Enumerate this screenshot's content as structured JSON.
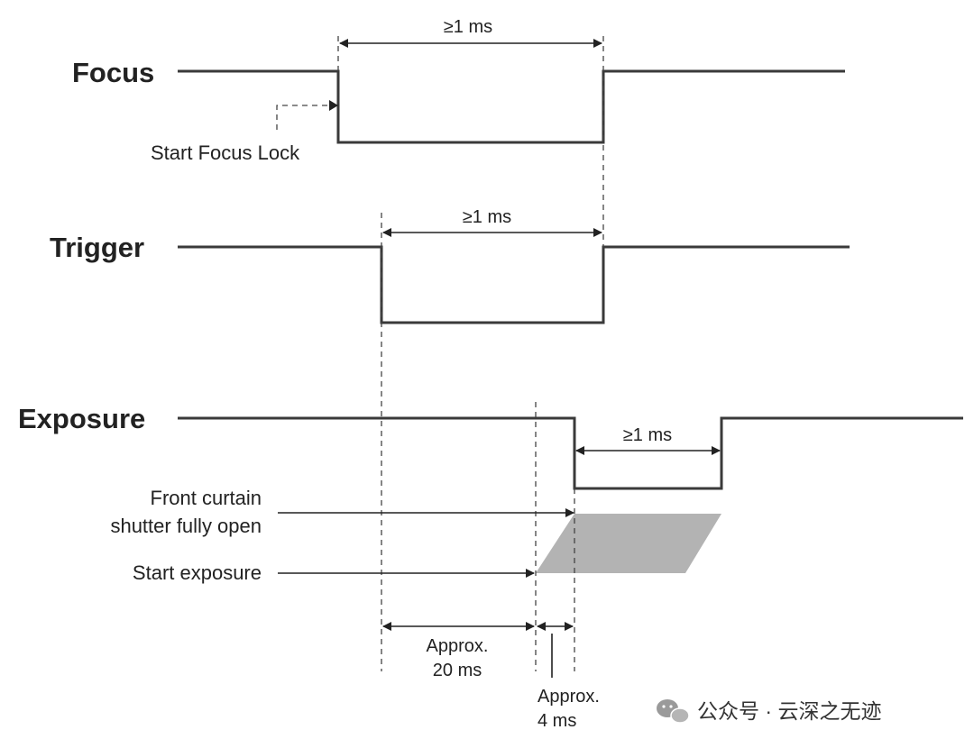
{
  "signals": {
    "focus": "Focus",
    "trigger": "Trigger",
    "exposure": "Exposure"
  },
  "annotations": {
    "start_focus_lock": "Start Focus Lock",
    "front_curtain_line1": "Front curtain",
    "front_curtain_line2": "shutter fully open",
    "start_exposure": "Start exposure"
  },
  "dimensions": {
    "focus_min": "≥1 ms",
    "trigger_min": "≥1 ms",
    "exposure_min": "≥1 ms",
    "approx_20_line1": "Approx.",
    "approx_20_line2": "20 ms",
    "approx_4_line1": "Approx.",
    "approx_4_line2": "4 ms"
  },
  "watermark": {
    "text": "公众号 · 云深之无迹",
    "icon": "wechat-icon"
  },
  "colors": {
    "waveform": "#3a3a3a",
    "exposure_region": "#b3b3b3",
    "text": "#222222"
  }
}
